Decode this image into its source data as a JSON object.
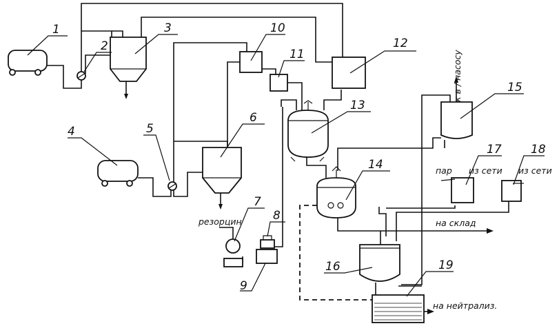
{
  "labels": {
    "n1": "1",
    "n2": "2",
    "n3": "3",
    "n4": "4",
    "n5": "5",
    "n6": "6",
    "n7": "7",
    "n8": "8",
    "n9": "9",
    "n10": "10",
    "n11": "11",
    "n12": "12",
    "n13": "13",
    "n14": "14",
    "n15": "15",
    "n16": "16",
    "n17": "17",
    "n18": "18",
    "n19": "19"
  },
  "annotations": {
    "resorcinol": "резорцин",
    "to_warehouse": "на склад",
    "to_neutralization": "на нейтрализ.",
    "steam": "пар",
    "from_network_17": "из сети",
    "from_network_18": "из сети",
    "to_pump": "к в / насосу"
  }
}
